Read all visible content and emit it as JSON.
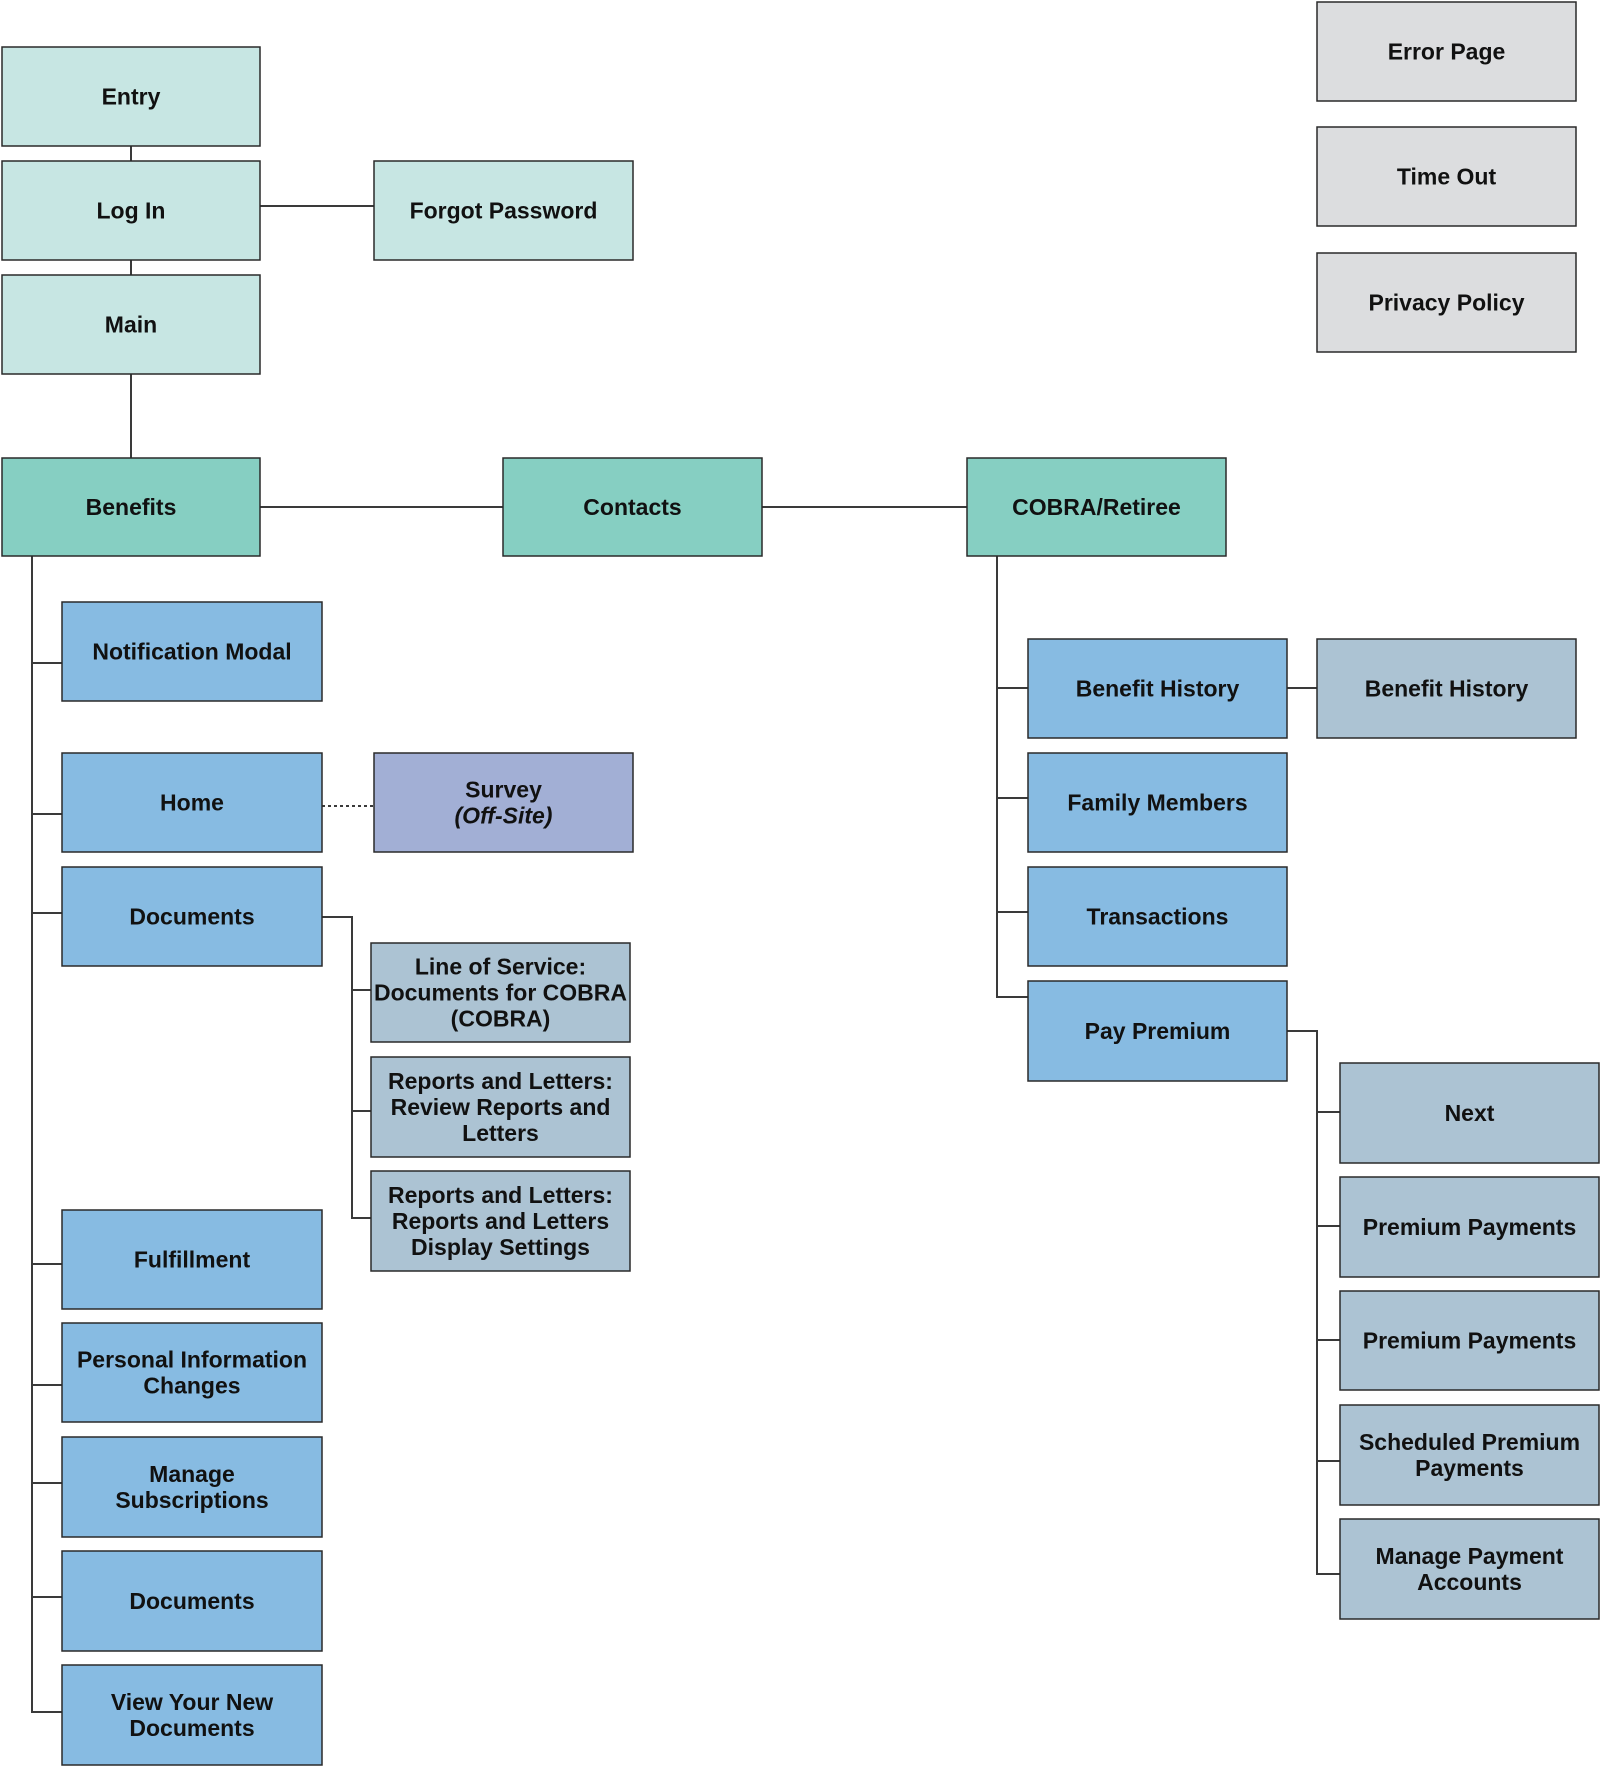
{
  "colors": {
    "entry": "#c7e6e3",
    "section": "#86cfc2",
    "page": "#87bbe2",
    "subpage": "#acc3d3",
    "external": "#a2afd5",
    "utility": "#dcdddf",
    "line": "#3a3a3a"
  },
  "nodes": [
    {
      "id": "entry",
      "name": "node-entry",
      "lines": [
        "Entry"
      ],
      "type": "entry"
    },
    {
      "id": "login",
      "name": "node-log-in",
      "lines": [
        "Log In"
      ],
      "type": "entry"
    },
    {
      "id": "forgot",
      "name": "node-forgot-password",
      "lines": [
        "Forgot Password"
      ],
      "type": "entry"
    },
    {
      "id": "main",
      "name": "node-main",
      "lines": [
        "Main"
      ],
      "type": "entry"
    },
    {
      "id": "error",
      "name": "node-error-page",
      "lines": [
        "Error Page"
      ],
      "type": "utility"
    },
    {
      "id": "timeout",
      "name": "node-time-out",
      "lines": [
        "Time Out"
      ],
      "type": "utility"
    },
    {
      "id": "privacy",
      "name": "node-privacy-policy",
      "lines": [
        "Privacy Policy"
      ],
      "type": "utility"
    },
    {
      "id": "benefits",
      "name": "node-benefits",
      "lines": [
        "Benefits"
      ],
      "type": "section"
    },
    {
      "id": "contacts",
      "name": "node-contacts",
      "lines": [
        "Contacts"
      ],
      "type": "section"
    },
    {
      "id": "cobra",
      "name": "node-cobra-retiree",
      "lines": [
        "COBRA/Retiree"
      ],
      "type": "section"
    },
    {
      "id": "notification",
      "name": "node-notification-modal",
      "lines": [
        "Notification Modal"
      ],
      "type": "page"
    },
    {
      "id": "home",
      "name": "node-home",
      "lines": [
        "Home"
      ],
      "type": "page"
    },
    {
      "id": "survey",
      "name": "node-survey",
      "lines": [
        "Survey",
        "(Off-Site)"
      ],
      "italic_line": 1,
      "type": "external"
    },
    {
      "id": "documents1",
      "name": "node-documents",
      "lines": [
        "Documents"
      ],
      "type": "page"
    },
    {
      "id": "los",
      "name": "node-line-of-service",
      "lines": [
        "Line of Service:",
        "Documents for COBRA",
        "(COBRA)"
      ],
      "type": "subpage"
    },
    {
      "id": "rl1",
      "name": "node-reports-review",
      "lines": [
        "Reports and Letters:",
        "Review Reports and",
        "Letters"
      ],
      "type": "subpage"
    },
    {
      "id": "rl2",
      "name": "node-reports-display-settings",
      "lines": [
        "Reports and Letters:",
        "Reports and Letters",
        "Display Settings"
      ],
      "type": "subpage"
    },
    {
      "id": "fulfillment",
      "name": "node-fulfillment",
      "lines": [
        "Fulfillment"
      ],
      "type": "page"
    },
    {
      "id": "personal",
      "name": "node-personal-information-changes",
      "lines": [
        "Personal Information",
        "Changes"
      ],
      "type": "page"
    },
    {
      "id": "subscriptions",
      "name": "node-manage-subscriptions",
      "lines": [
        "Manage",
        "Subscriptions"
      ],
      "type": "page"
    },
    {
      "id": "documents2",
      "name": "node-documents-2",
      "lines": [
        "Documents"
      ],
      "type": "page"
    },
    {
      "id": "viewdocs",
      "name": "node-view-your-new-documents",
      "lines": [
        "View Your New",
        "Documents"
      ],
      "type": "page"
    },
    {
      "id": "bh1",
      "name": "node-benefit-history",
      "lines": [
        "Benefit History"
      ],
      "type": "page"
    },
    {
      "id": "bh2",
      "name": "node-benefit-history-detail",
      "lines": [
        "Benefit History"
      ],
      "type": "subpage"
    },
    {
      "id": "family",
      "name": "node-family-members",
      "lines": [
        "Family Members"
      ],
      "type": "page"
    },
    {
      "id": "transactions",
      "name": "node-transactions",
      "lines": [
        "Transactions"
      ],
      "type": "page"
    },
    {
      "id": "paypremium",
      "name": "node-pay-premium",
      "lines": [
        "Pay Premium"
      ],
      "type": "page"
    },
    {
      "id": "next",
      "name": "node-next",
      "lines": [
        "Next"
      ],
      "type": "subpage"
    },
    {
      "id": "pp1",
      "name": "node-premium-payments",
      "lines": [
        "Premium Payments"
      ],
      "type": "subpage"
    },
    {
      "id": "pp2",
      "name": "node-premium-payments-2",
      "lines": [
        "Premium Payments"
      ],
      "type": "subpage"
    },
    {
      "id": "scheduled",
      "name": "node-scheduled-premium-payments",
      "lines": [
        "Scheduled Premium",
        "Payments"
      ],
      "type": "subpage"
    },
    {
      "id": "managepay",
      "name": "node-manage-payment-accounts",
      "lines": [
        "Manage Payment",
        "Accounts"
      ],
      "type": "subpage"
    }
  ]
}
